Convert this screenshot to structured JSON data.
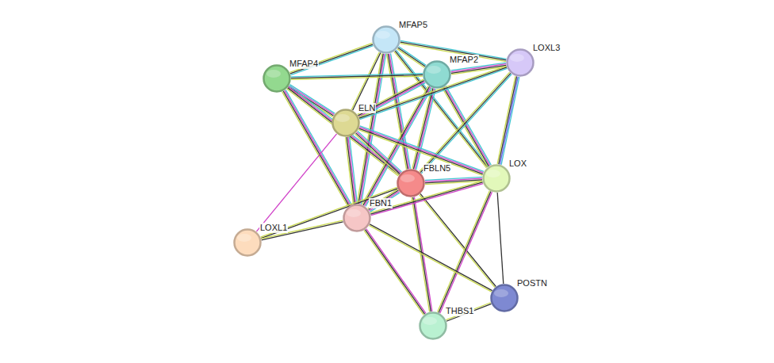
{
  "diagram": {
    "nodes": [
      {
        "text": [
          "MFAP5"
        ]
      },
      {
        "text": [
          "MFAP4"
        ]
      },
      {
        "text": [
          "MFAP2"
        ]
      },
      {
        "text": [
          "LOXL3"
        ]
      },
      {
        "text": [
          "ELN"
        ]
      },
      {
        "text": [
          "FBLN5"
        ]
      },
      {
        "text": [
          "LOX"
        ]
      },
      {
        "text": [
          "FBN1"
        ]
      },
      {
        "text": [
          "LOXL1"
        ]
      },
      {
        "text": [
          "POSTN"
        ]
      },
      {
        "text": [
          "THBS1"
        ]
      }
    ],
    "edges": [
      {
        "from": 0,
        "to": 1,
        "arrow": "none"
      },
      {
        "from": 0,
        "to": 2,
        "arrow": "none"
      },
      {
        "from": 0,
        "to": 3,
        "arrow": "none"
      },
      {
        "from": 0,
        "to": 4,
        "arrow": "none"
      },
      {
        "from": 0,
        "to": 5,
        "arrow": "none"
      },
      {
        "from": 0,
        "to": 6,
        "arrow": "none"
      },
      {
        "from": 0,
        "to": 7,
        "arrow": "none"
      },
      {
        "from": 1,
        "to": 2,
        "arrow": "none"
      },
      {
        "from": 1,
        "to": 4,
        "arrow": "none"
      },
      {
        "from": 1,
        "to": 5,
        "arrow": "none"
      },
      {
        "from": 1,
        "to": 7,
        "arrow": "none"
      },
      {
        "from": 2,
        "to": 3,
        "arrow": "none"
      },
      {
        "from": 2,
        "to": 4,
        "arrow": "none"
      },
      {
        "from": 2,
        "to": 5,
        "arrow": "none"
      },
      {
        "from": 2,
        "to": 6,
        "arrow": "none"
      },
      {
        "from": 2,
        "to": 7,
        "arrow": "none"
      },
      {
        "from": 3,
        "to": 4,
        "arrow": "none"
      },
      {
        "from": 3,
        "to": 5,
        "arrow": "none"
      },
      {
        "from": 3,
        "to": 6,
        "arrow": "none"
      },
      {
        "from": 4,
        "to": 5,
        "arrow": "none"
      },
      {
        "from": 4,
        "to": 6,
        "arrow": "none"
      },
      {
        "from": 4,
        "to": 7,
        "arrow": "none"
      },
      {
        "from": 4,
        "to": 8,
        "arrow": "none"
      },
      {
        "from": 5,
        "to": 6,
        "arrow": "none"
      },
      {
        "from": 5,
        "to": 7,
        "arrow": "none"
      },
      {
        "from": 5,
        "to": 8,
        "arrow": "none"
      },
      {
        "from": 5,
        "to": 9,
        "arrow": "none"
      },
      {
        "from": 5,
        "to": 10,
        "arrow": "none"
      },
      {
        "from": 6,
        "to": 7,
        "arrow": "none"
      },
      {
        "from": 6,
        "to": 9,
        "arrow": "none"
      },
      {
        "from": 6,
        "to": 10,
        "arrow": "none"
      },
      {
        "from": 7,
        "to": 8,
        "arrow": "none"
      },
      {
        "from": 7,
        "to": 9,
        "arrow": "none"
      },
      {
        "from": 7,
        "to": 10,
        "arrow": "none"
      },
      {
        "from": 9,
        "to": 10,
        "arrow": "none"
      }
    ]
  }
}
